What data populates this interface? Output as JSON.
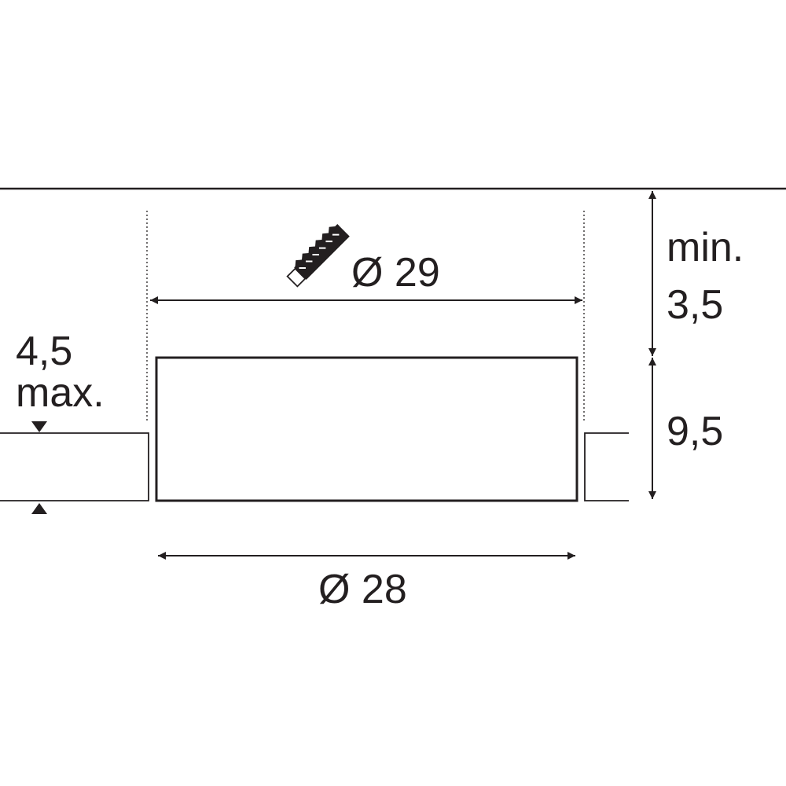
{
  "colors": {
    "line": "#231f20",
    "background": "#ffffff"
  },
  "labels": {
    "cutout_diameter": "Ø 29",
    "body_diameter": "Ø 28",
    "min_word": "min.",
    "min_value": "3,5",
    "height_value": "9,5",
    "thickness_value": "4,5",
    "thickness_max_word": "max."
  },
  "icons": {
    "saw": "hole-saw-icon"
  }
}
